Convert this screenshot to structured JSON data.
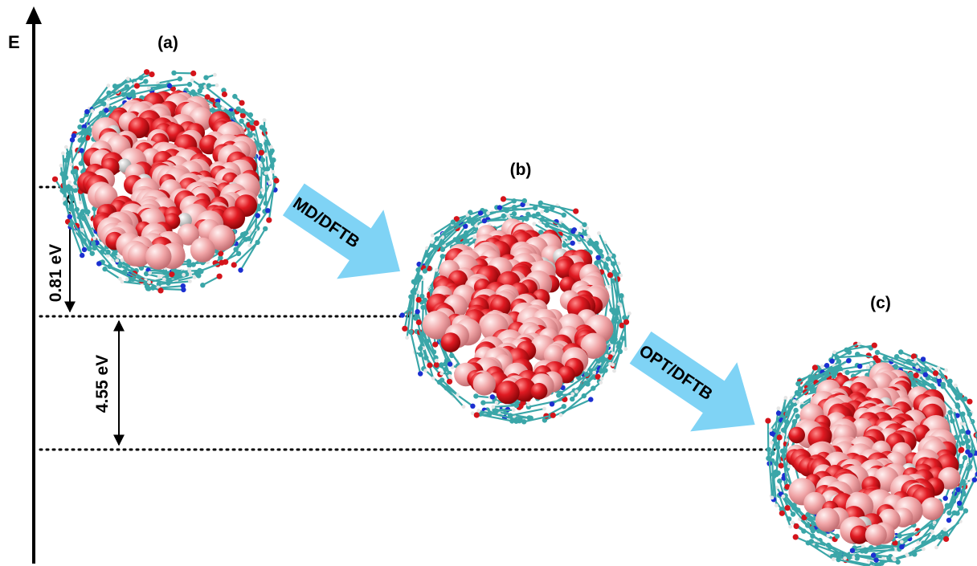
{
  "axis": {
    "label": "E"
  },
  "panels": [
    {
      "id": "a",
      "label": "(a)"
    },
    {
      "id": "b",
      "label": "(b)"
    },
    {
      "id": "c",
      "label": "(c)"
    }
  ],
  "energy_gaps": [
    {
      "label": "0.81 eV",
      "from": "a",
      "to": "b"
    },
    {
      "label": "4.55 eV",
      "from": "b",
      "to": "c"
    }
  ],
  "transitions": [
    {
      "label": "MD/DFTB",
      "from": "a",
      "to": "b"
    },
    {
      "label": "OPT/DFTB",
      "from": "b",
      "to": "c"
    }
  ],
  "colors": {
    "axis": "#000000",
    "transition_arrow": "#7fd3f5",
    "core_oxygen": "#d4141b",
    "core_metal": "#f2a7a9",
    "ligand_carbon": "#3aa6a8",
    "ligand_nitrogen": "#1c2fd1",
    "ligand_hydrogen": "#e6e6e6"
  }
}
